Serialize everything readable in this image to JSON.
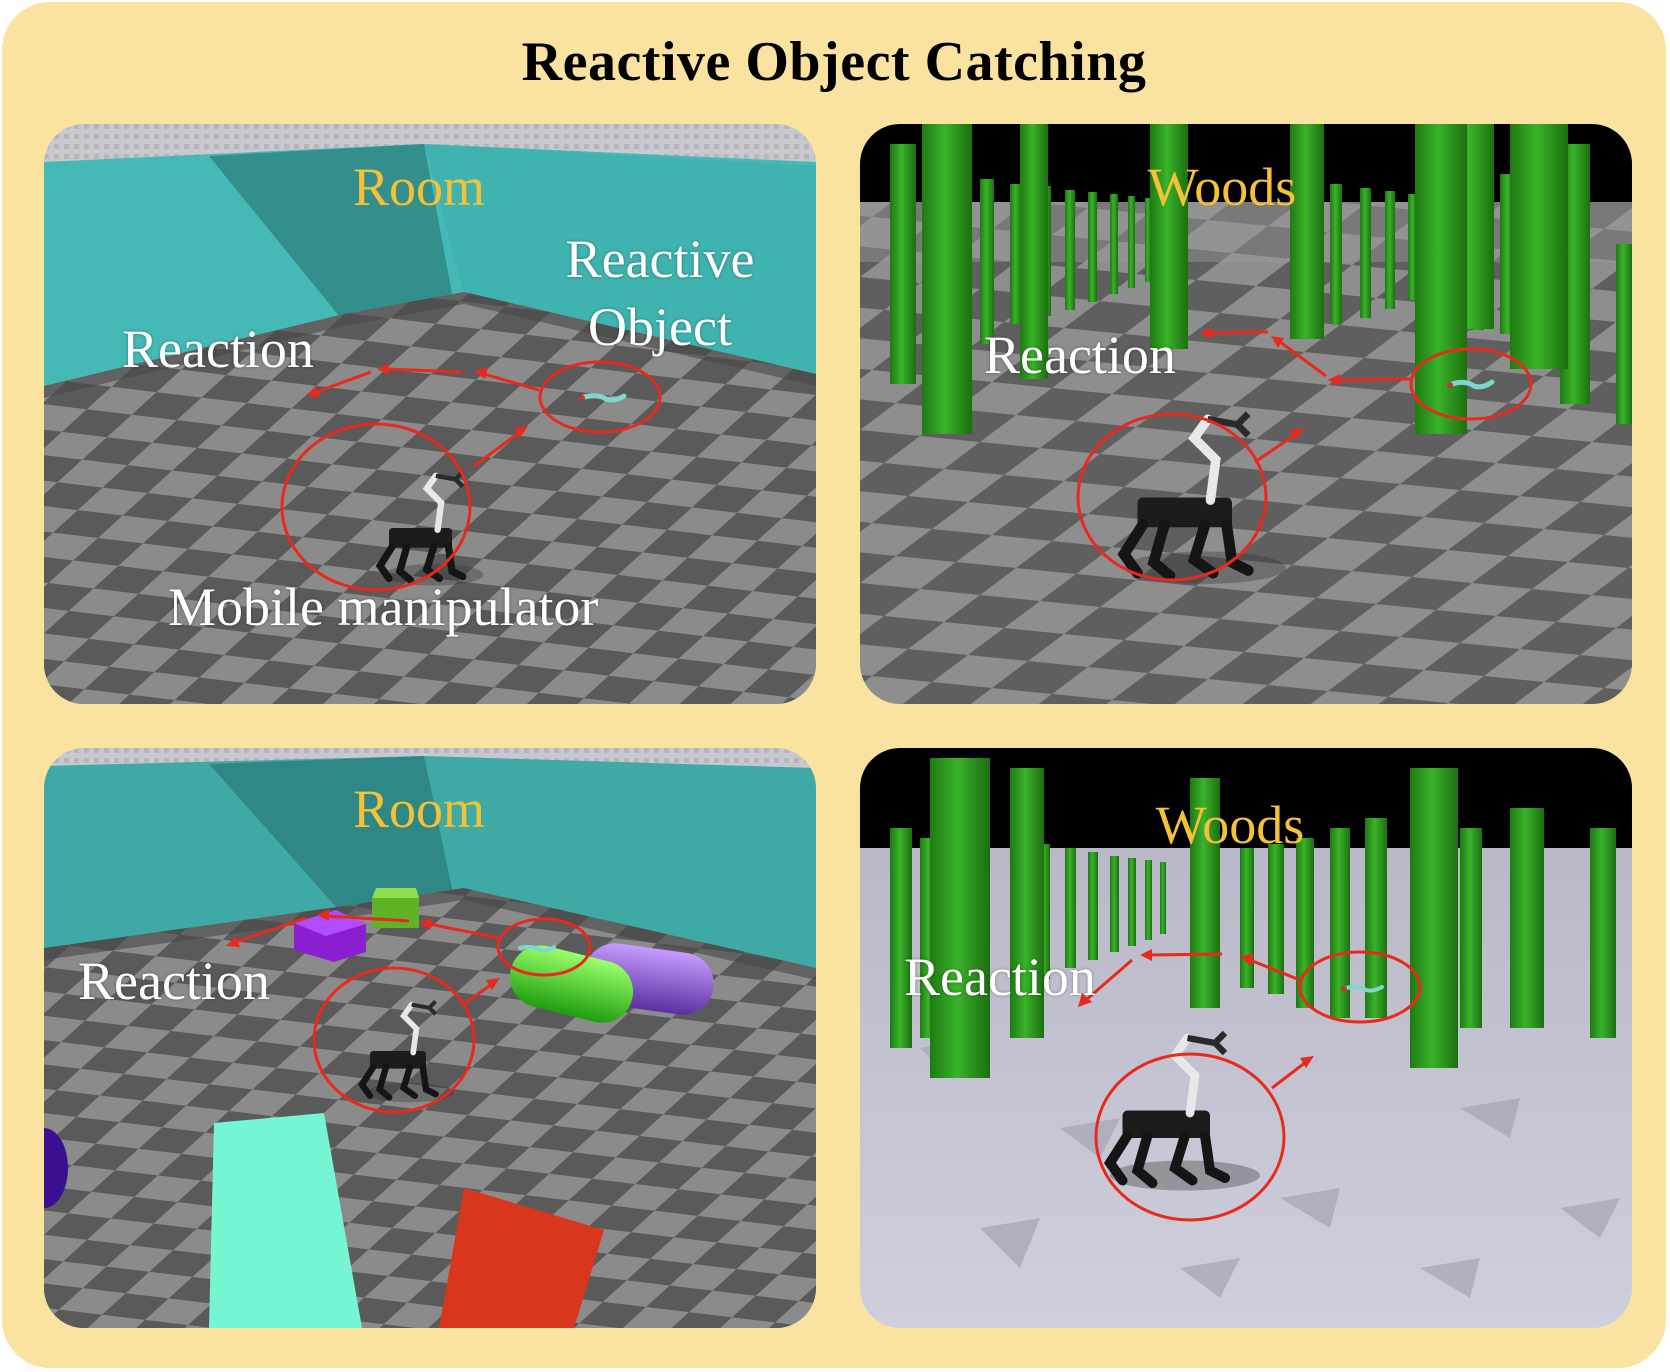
{
  "title": "Reactive Object Catching",
  "panels": [
    {
      "env": "Room",
      "labels": {
        "reaction": "Reaction",
        "reactive_object_line1": "Reactive",
        "reactive_object_line2": "Object",
        "mobile_manipulator": "Mobile manipulator"
      }
    },
    {
      "env": "Woods",
      "labels": {
        "reaction": "Reaction"
      }
    },
    {
      "env": "Room",
      "labels": {
        "reaction": "Reaction"
      }
    },
    {
      "env": "Woods",
      "labels": {
        "reaction": "Reaction"
      }
    }
  ],
  "colors": {
    "background": "#fae3a0",
    "env_label": "#f5c136",
    "annotation": "#e8291c",
    "room_wall": "#3fb6b2",
    "woods_tree": "#2e9a1e",
    "floor_dark": "#5d5d5d",
    "floor_light": "#8a8a8a"
  }
}
